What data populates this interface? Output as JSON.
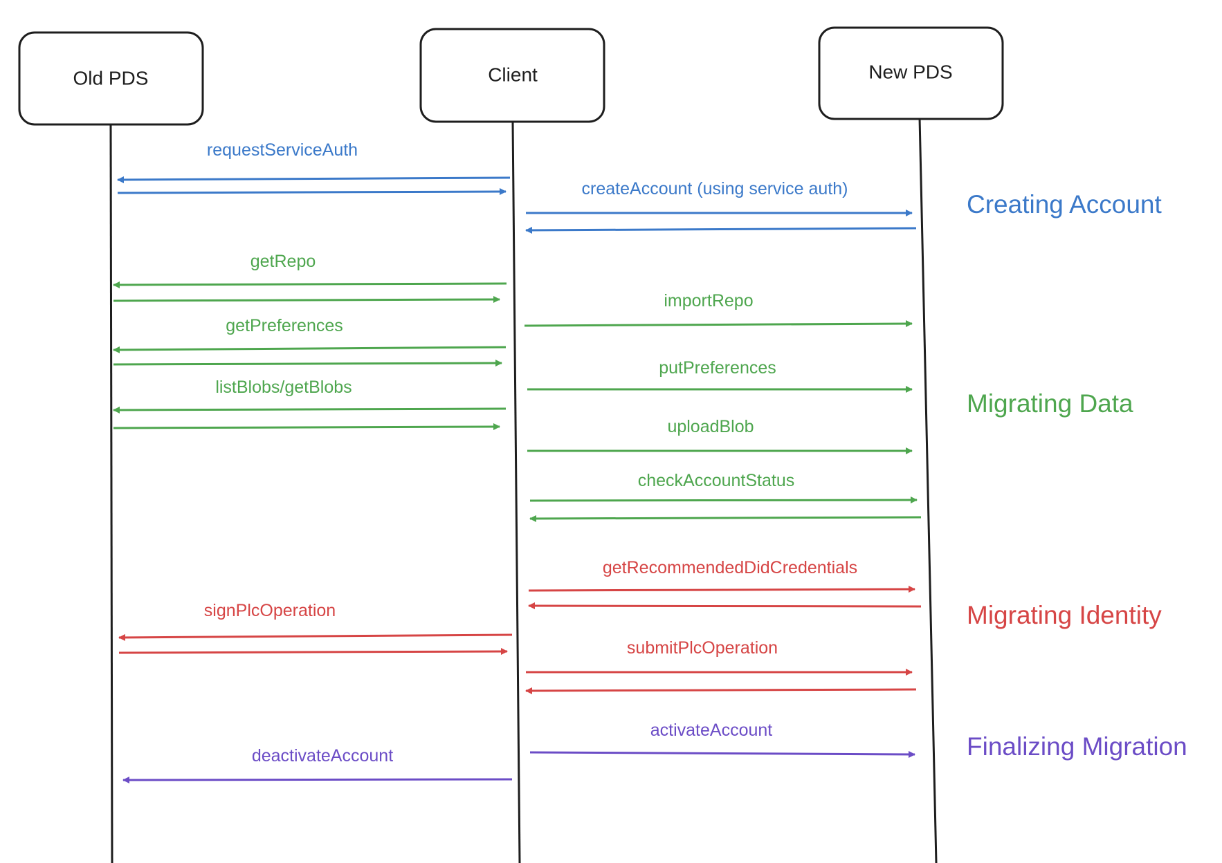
{
  "colors": {
    "creating": "#3b79c9",
    "migrating_data": "#4ea64e",
    "identity": "#d64545",
    "finalizing": "#6b4cc6",
    "ink": "#1e1e1e"
  },
  "actors": [
    {
      "id": "old",
      "label": "Old PDS"
    },
    {
      "id": "client",
      "label": "Client"
    },
    {
      "id": "new",
      "label": "New PDS"
    }
  ],
  "phases": [
    {
      "label": "Creating Account",
      "color": "#3b79c9"
    },
    {
      "label": "Migrating Data",
      "color": "#4ea64e"
    },
    {
      "label": "Migrating Identity",
      "color": "#d64545"
    },
    {
      "label": "Finalizing Migration",
      "color": "#6b4cc6"
    }
  ],
  "messages": [
    {
      "label": "requestServiceAuth",
      "from": "client",
      "to": "old",
      "reply": true,
      "phase": 0
    },
    {
      "label": "createAccount (using service auth)",
      "from": "client",
      "to": "new",
      "reply": true,
      "phase": 0
    },
    {
      "label": "getRepo",
      "from": "client",
      "to": "old",
      "reply": true,
      "phase": 1
    },
    {
      "label": "importRepo",
      "from": "client",
      "to": "new",
      "reply": false,
      "phase": 1
    },
    {
      "label": "getPreferences",
      "from": "client",
      "to": "old",
      "reply": true,
      "phase": 1
    },
    {
      "label": "putPreferences",
      "from": "client",
      "to": "new",
      "reply": false,
      "phase": 1
    },
    {
      "label": "listBlobs/getBlobs",
      "from": "client",
      "to": "old",
      "reply": true,
      "phase": 1
    },
    {
      "label": "uploadBlob",
      "from": "client",
      "to": "new",
      "reply": false,
      "phase": 1
    },
    {
      "label": "checkAccountStatus",
      "from": "client",
      "to": "new",
      "reply": true,
      "phase": 1
    },
    {
      "label": "getRecommendedDidCredentials",
      "from": "client",
      "to": "new",
      "reply": true,
      "phase": 2
    },
    {
      "label": "signPlcOperation",
      "from": "client",
      "to": "old",
      "reply": true,
      "phase": 2
    },
    {
      "label": "submitPlcOperation",
      "from": "client",
      "to": "new",
      "reply": true,
      "phase": 2
    },
    {
      "label": "activateAccount",
      "from": "client",
      "to": "new",
      "reply": false,
      "phase": 3
    },
    {
      "label": "deactivateAccount",
      "from": "client",
      "to": "old",
      "reply": false,
      "phase": 3
    }
  ]
}
